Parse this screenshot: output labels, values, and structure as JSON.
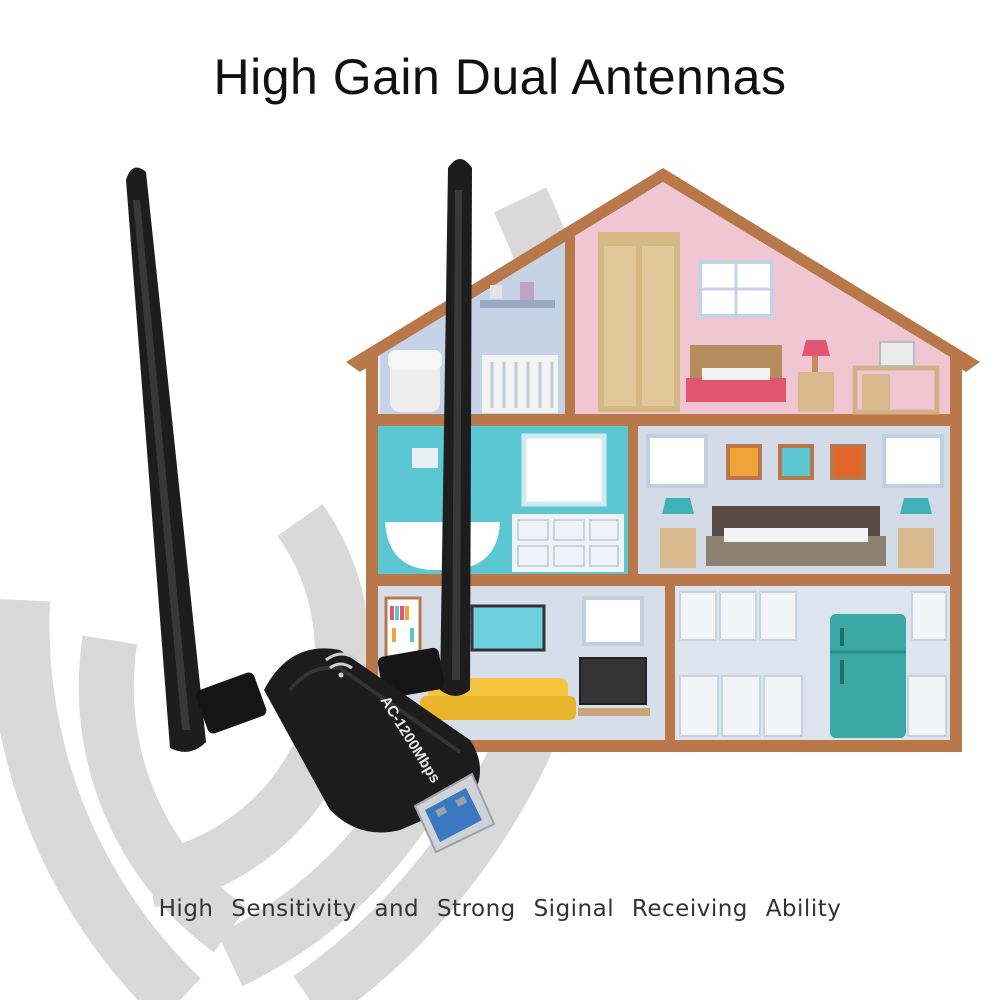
{
  "headline": "High Gain Dual Antennas",
  "tagline": "High  Sensitivity  and  Strong  Siginal  Receiving  Ability",
  "adapter_label": "AC-1200Mbps",
  "colors": {
    "house_frame": "#b8784a",
    "attic_room": "#f1c6d3",
    "nursery": "#c6d2e6",
    "bathroom": "#5bc7d2",
    "bedroom": "#d3dbe6",
    "living_room": "#d6dfe9",
    "kitchen": "#dce4ee",
    "adapter_body": "#1c1c1c",
    "usb_plug": "#3a78c2",
    "signal_waves": "#d9d9d9"
  },
  "icons": [
    "wifi-icon",
    "usb-plug-icon"
  ]
}
